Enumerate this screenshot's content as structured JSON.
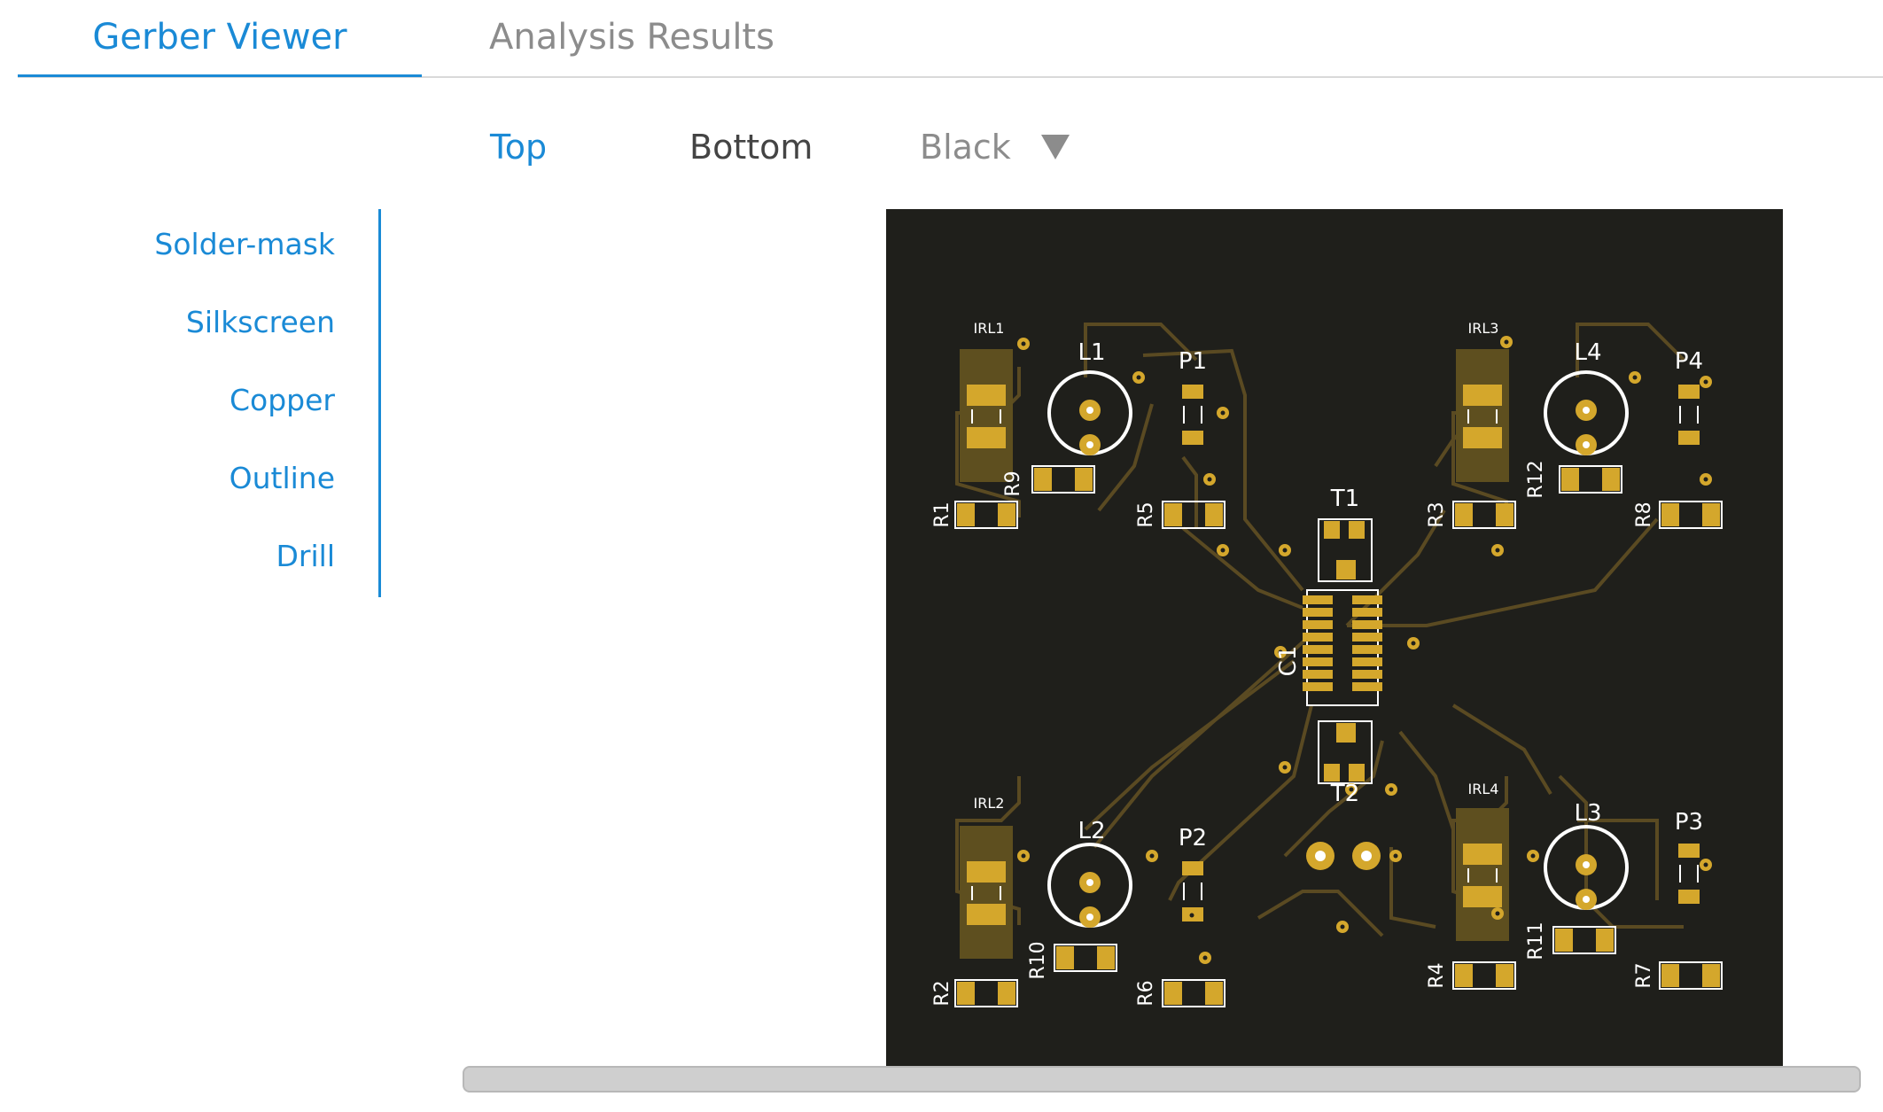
{
  "tabs": {
    "gerber": "Gerber Viewer",
    "analysis": "Analysis Results"
  },
  "view": {
    "top": "Top",
    "bottom": "Bottom",
    "color": "Black"
  },
  "layers": [
    "Solder-mask",
    "Silkscreen",
    "Copper",
    "Outline",
    "Drill"
  ],
  "pcb": {
    "refs": [
      "IRL1",
      "IRL2",
      "IRL3",
      "IRL4",
      "L1",
      "L2",
      "L3",
      "L4",
      "P1",
      "P2",
      "P3",
      "P4",
      "R1",
      "R2",
      "R3",
      "R4",
      "R5",
      "R6",
      "R7",
      "R8",
      "R9",
      "R10",
      "R11",
      "R12",
      "T1",
      "T2",
      "C1"
    ]
  },
  "colors": {
    "accent": "#1a8ad6",
    "board": "#1f1f1b",
    "copper": "#d4a72c",
    "trace": "#5a4a22"
  }
}
